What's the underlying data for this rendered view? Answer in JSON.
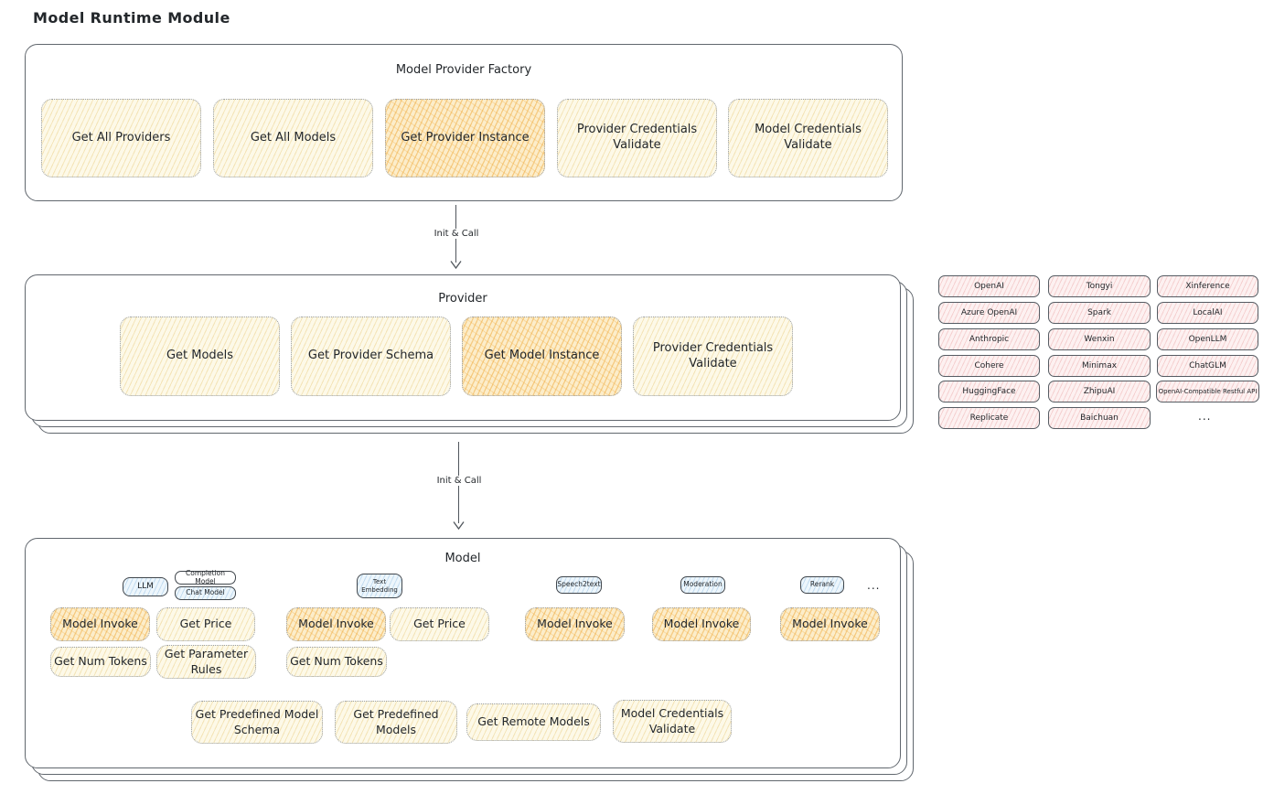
{
  "page_title": "Model Runtime Module",
  "arrows": {
    "top": "Init & Call",
    "bottom": "Init & Call"
  },
  "factory": {
    "title": "Model Provider Factory",
    "items": [
      {
        "label": "Get All Providers",
        "highlight": false
      },
      {
        "label": "Get All Models",
        "highlight": false
      },
      {
        "label": "Get Provider Instance",
        "highlight": true
      },
      {
        "label": "Provider Credentials Validate",
        "highlight": false
      },
      {
        "label": "Model Credentials Validate",
        "highlight": false
      }
    ]
  },
  "provider": {
    "title": "Provider",
    "items": [
      {
        "label": "Get Models",
        "highlight": false
      },
      {
        "label": "Get Provider Schema",
        "highlight": false
      },
      {
        "label": "Get Model Instance",
        "highlight": true
      },
      {
        "label": "Provider Credentials Validate",
        "highlight": false
      }
    ]
  },
  "vendors": {
    "col1": [
      "OpenAI",
      "Azure OpenAI",
      "Anthropic",
      "Cohere",
      "HuggingFace",
      "Replicate"
    ],
    "col2": [
      "Tongyi",
      "Spark",
      "Wenxin",
      "Minimax",
      "ZhipuAI",
      "Baichuan"
    ],
    "col3": [
      "Xinference",
      "LocalAI",
      "OpenLLM",
      "ChatGLM",
      "OpenAI-Compatible Restful API"
    ],
    "more": "..."
  },
  "model": {
    "title": "Model",
    "tags": {
      "llm": "LLM",
      "completion_model": "Completion Model",
      "chat_model": "Chat Model",
      "text_embedding": "Text Embedding",
      "speech2text": "Speech2text",
      "moderation": "Moderation",
      "rerank": "Rerank",
      "more": "..."
    },
    "functions": {
      "model_invoke": "Model Invoke",
      "get_price": "Get Price",
      "get_num_tokens": "Get Num Tokens",
      "get_parameter_rules": "Get Parameter Rules"
    },
    "bottom": [
      "Get Predefined Model Schema",
      "Get Predefined Models",
      "Get Remote Models",
      "Model Credentials Validate"
    ]
  },
  "colors": {
    "yellow_fill": "#fdf9e8",
    "orange_fill": "#fcedca",
    "blue_fill": "#edf6fc",
    "pink_fill": "#fdf1f1",
    "stroke": "#61676e"
  }
}
